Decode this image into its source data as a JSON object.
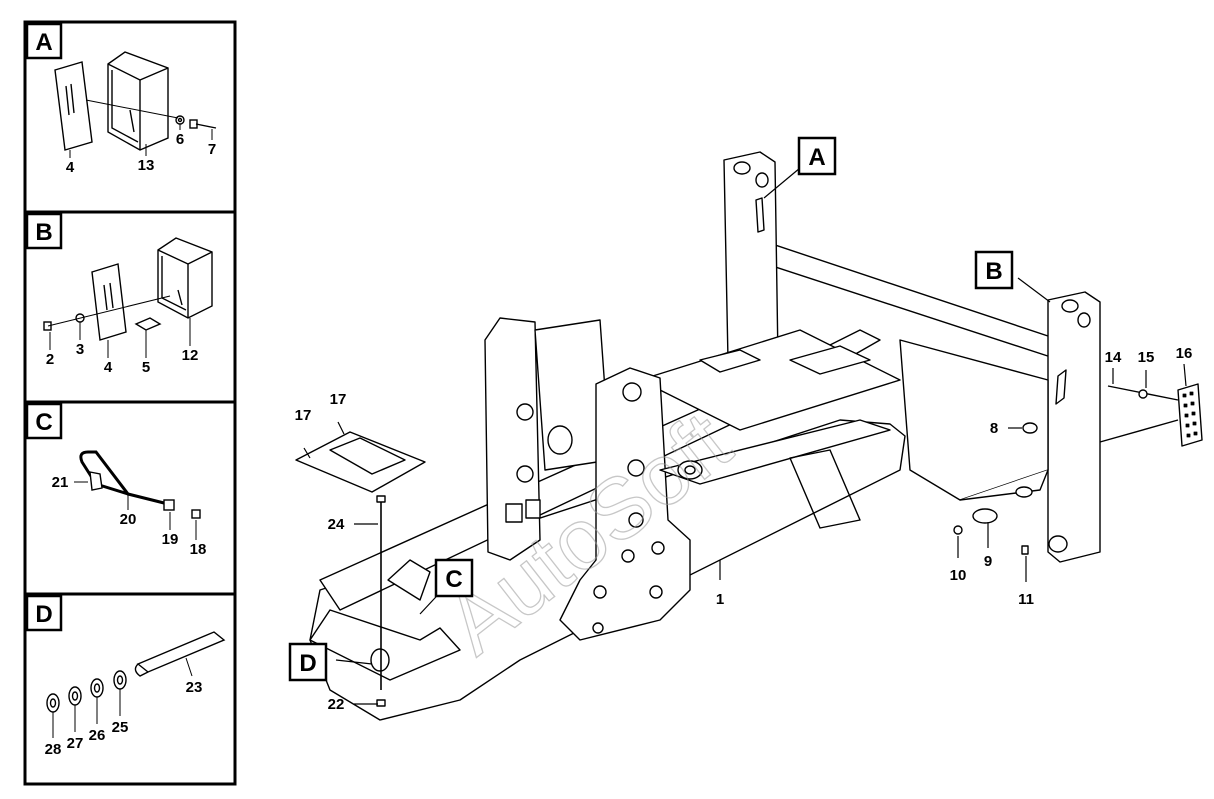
{
  "watermark": "AutoSoft",
  "insets": [
    {
      "letter": "A",
      "parts": [
        "4",
        "13",
        "6",
        "7"
      ]
    },
    {
      "letter": "B",
      "parts": [
        "2",
        "3",
        "4",
        "5",
        "12"
      ]
    },
    {
      "letter": "C",
      "parts": [
        "21",
        "20",
        "19",
        "18"
      ]
    },
    {
      "letter": "D",
      "parts": [
        "23",
        "28",
        "27",
        "26",
        "25"
      ]
    }
  ],
  "main": {
    "callouts": [
      "A",
      "B",
      "C",
      "D"
    ],
    "parts": [
      "1",
      "8",
      "9",
      "10",
      "11",
      "14",
      "15",
      "16",
      "17",
      "17",
      "22",
      "24"
    ]
  }
}
